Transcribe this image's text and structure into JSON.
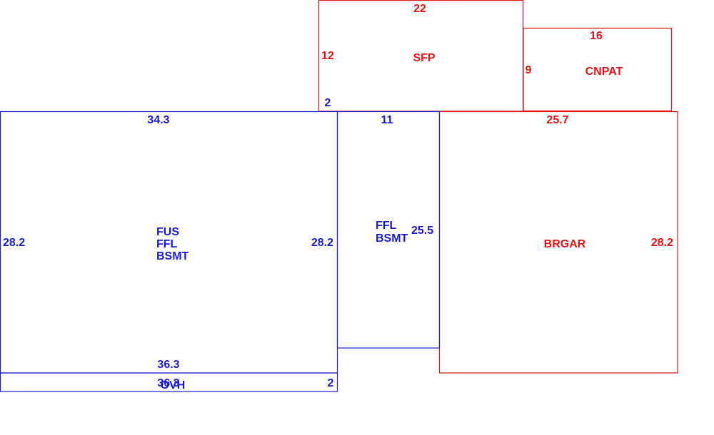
{
  "colors": {
    "living_area": "#1a1acc",
    "non_living_area": "#e01515",
    "background": "#ffffff"
  },
  "areas": {
    "main": {
      "names": [
        "FUS",
        "FFL",
        "BSMT"
      ],
      "dim_top": "34.3",
      "dim_left": "28.2",
      "dim_right": "28.2",
      "dim_bottom": "36.3"
    },
    "overhang": {
      "name": "OVH",
      "dim_length": "36.3",
      "dim_depth": "2"
    },
    "middle": {
      "names": [
        "FFL",
        "BSMT"
      ],
      "dim_top": "11",
      "dim_right": "25.5"
    },
    "sfp": {
      "name": "SFP",
      "dim_top": "22",
      "dim_left": "12",
      "dim_offset": "2"
    },
    "cnpat": {
      "name": "CNPAT",
      "dim_top": "16",
      "dim_left": "9"
    },
    "brgar": {
      "name": "BRGAR",
      "dim_top": "25.7",
      "dim_right": "28.2"
    }
  }
}
